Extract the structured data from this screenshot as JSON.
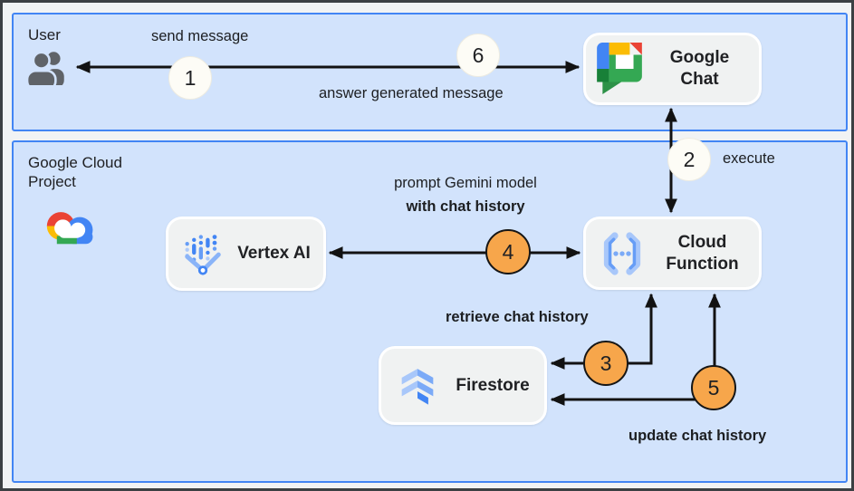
{
  "zones": {
    "user": {
      "label": "User"
    },
    "gcp": {
      "label": "Google Cloud Project"
    }
  },
  "nodes": {
    "google_chat": {
      "label": "Google Chat"
    },
    "vertex_ai": {
      "label": "Vertex AI"
    },
    "cloud_function": {
      "label": "Cloud Function"
    },
    "firestore": {
      "label": "Firestore"
    }
  },
  "edges": {
    "send_message": {
      "label": "send message",
      "step": "1"
    },
    "answer": {
      "label": "answer generated message",
      "step": "6"
    },
    "execute": {
      "label": "execute",
      "step": "2"
    },
    "prompt": {
      "label_line1": "prompt Gemini model",
      "label_line2": "with chat history",
      "step": "4"
    },
    "retrieve": {
      "label": "retrieve chat history",
      "step": "3"
    },
    "update": {
      "label": "update chat history",
      "step": "5"
    }
  },
  "icons": {
    "user": "people-icon",
    "gcp": "google-cloud-logo",
    "google_chat": "google-chat-logo",
    "vertex_ai": "vertex-ai-icon",
    "cloud_function": "cloud-functions-icon",
    "firestore": "firestore-icon"
  },
  "colors": {
    "zone_fill": "#d2e3fc",
    "zone_border": "#4285f4",
    "canvas_bg": "#f1f3f4",
    "frame_border": "#3c4043",
    "node_fill": "#f0f2f2",
    "node_border": "#ffffff",
    "step_light_fill": "#fdfcf6",
    "step_orange_fill": "#f7a64b",
    "arrow": "#121212",
    "text": "#202124"
  }
}
